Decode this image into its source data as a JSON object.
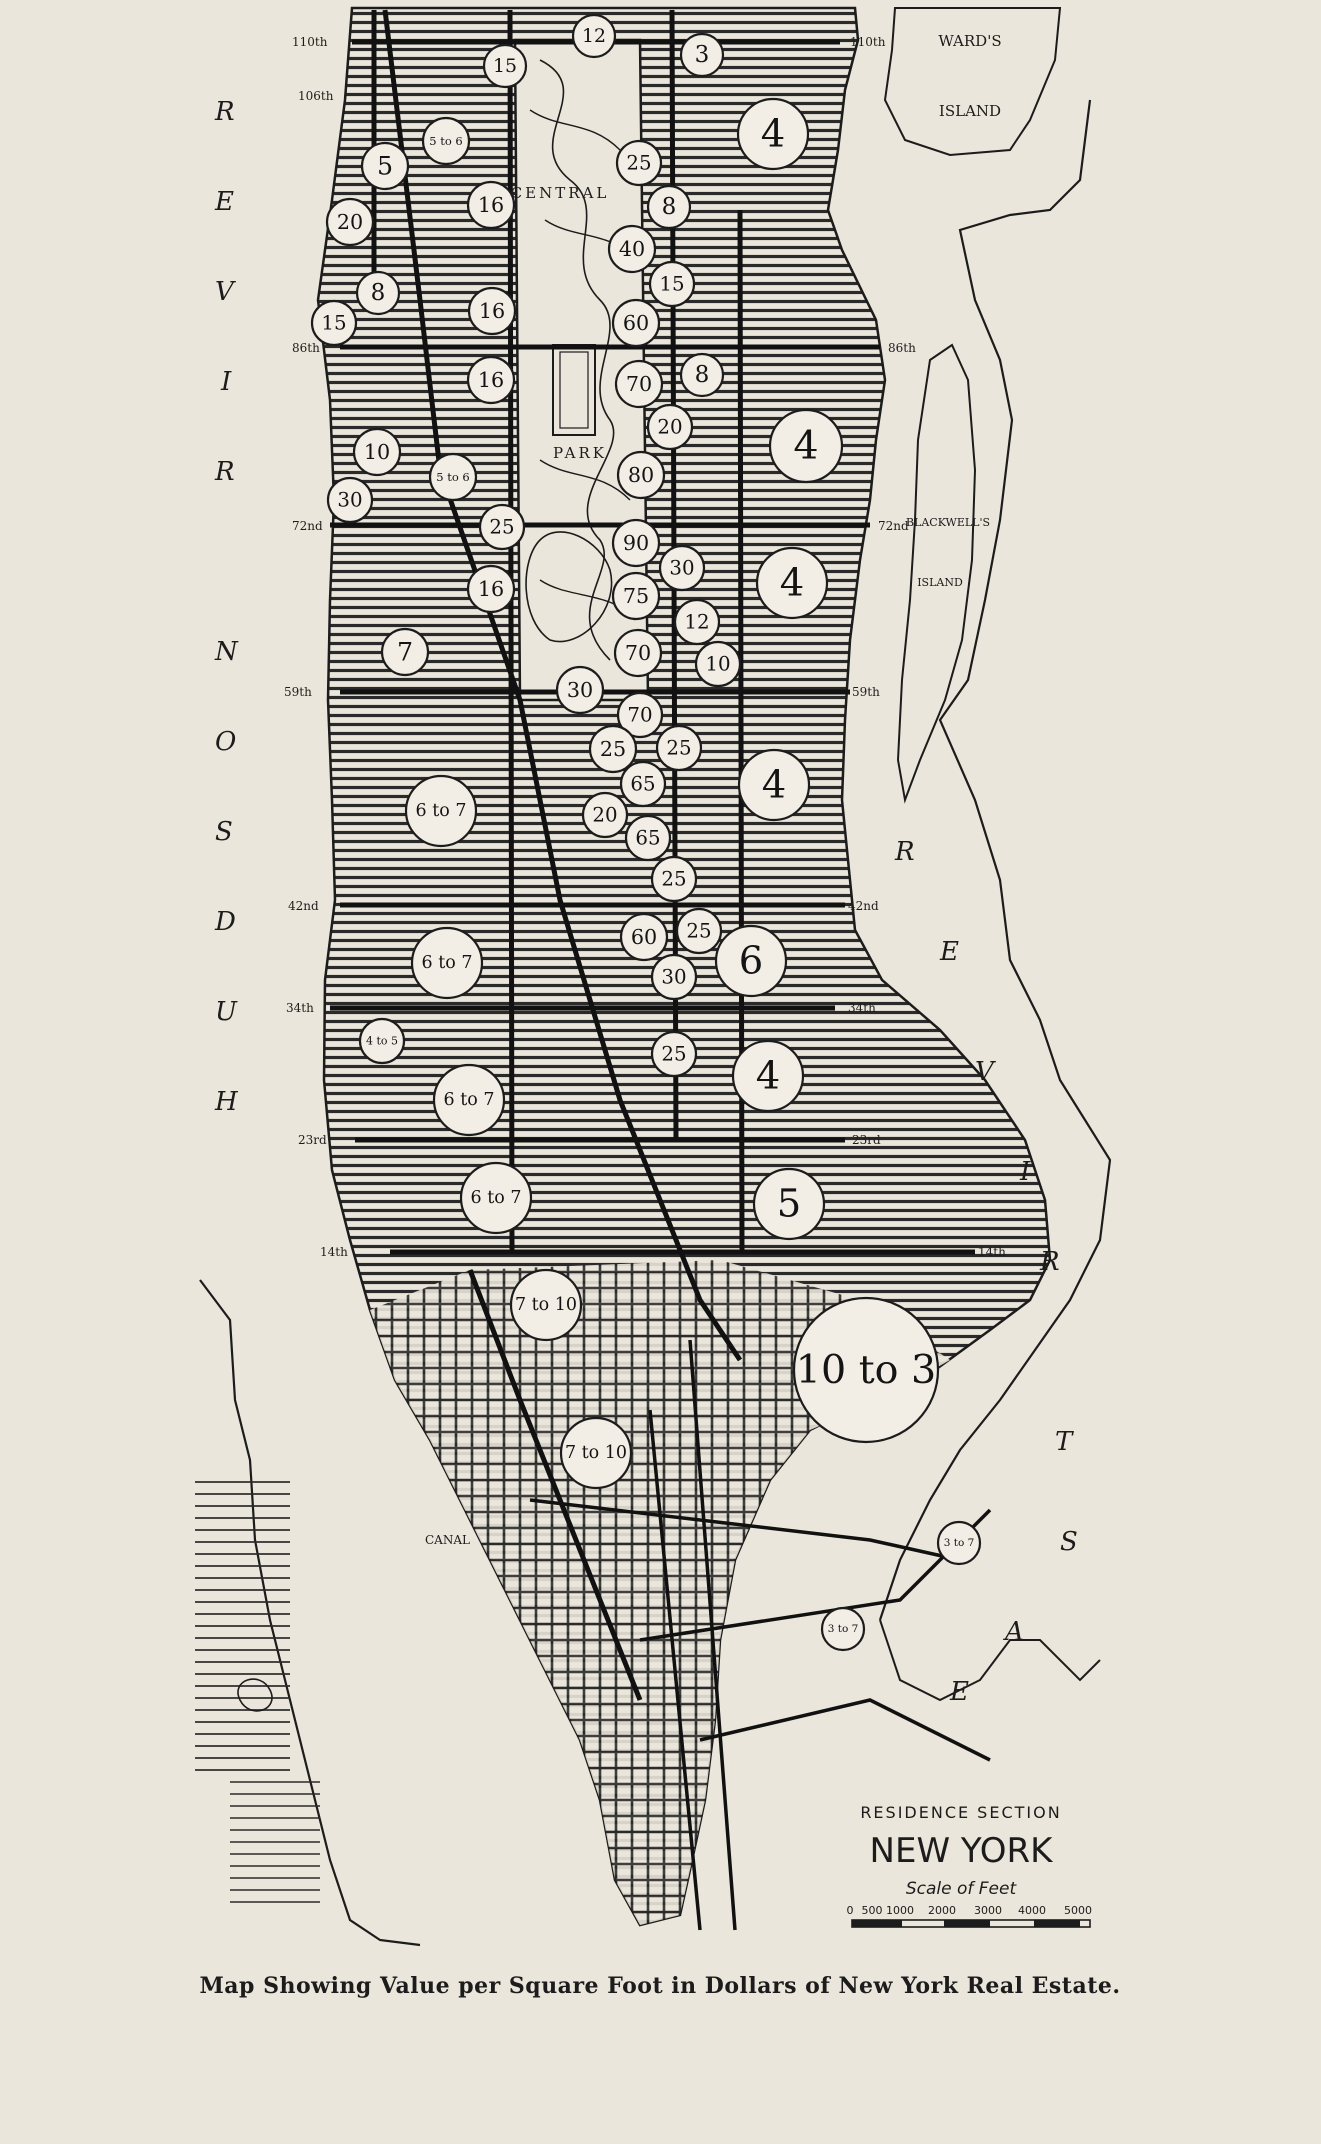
{
  "map": {
    "title_line1": "RESIDENCE SECTION",
    "title_line2": "NEW YORK",
    "scale_label": "Scale of Feet",
    "scale_ticks": [
      "0",
      "500",
      "1000",
      "2000",
      "3000",
      "4000",
      "5000"
    ],
    "river_west_letters": [
      "R",
      "E",
      "V",
      "I",
      "R",
      " ",
      "N",
      "O",
      "S",
      "D",
      "U",
      "H"
    ],
    "river_east_letters": [
      "R",
      "E",
      "V",
      "I",
      "R",
      " ",
      "T",
      "S",
      "A",
      "E"
    ],
    "islands": {
      "wards_line1": "WARD'S",
      "wards_line2": "ISLAND",
      "blackwells_line1": "BLACKWELL'S",
      "blackwells_line2": "ISLAND"
    },
    "park_labels": [
      "CENTRAL",
      "PARK"
    ],
    "street_labels": {
      "s110": "110th",
      "s106": "106th",
      "s86": "86th",
      "s72": "72nd",
      "s59": "59th",
      "s42": "42nd",
      "s34": "34th",
      "s23": "23rd",
      "s14": "14th",
      "canal": "CANAL"
    },
    "value_circles": [
      {
        "label": "12"
      },
      {
        "label": "3"
      },
      {
        "label": "15"
      },
      {
        "label": "4"
      },
      {
        "label": "5 to 6"
      },
      {
        "label": "5"
      },
      {
        "label": "25"
      },
      {
        "label": "16"
      },
      {
        "label": "8"
      },
      {
        "label": "20"
      },
      {
        "label": "40"
      },
      {
        "label": "8"
      },
      {
        "label": "15"
      },
      {
        "label": "16"
      },
      {
        "label": "60"
      },
      {
        "label": "15"
      },
      {
        "label": "16"
      },
      {
        "label": "70"
      },
      {
        "label": "8"
      },
      {
        "label": "20"
      },
      {
        "label": "4"
      },
      {
        "label": "10"
      },
      {
        "label": "5 to 6"
      },
      {
        "label": "80"
      },
      {
        "label": "30"
      },
      {
        "label": "25"
      },
      {
        "label": "90"
      },
      {
        "label": "30"
      },
      {
        "label": "16"
      },
      {
        "label": "75"
      },
      {
        "label": "4"
      },
      {
        "label": "12"
      },
      {
        "label": "7"
      },
      {
        "label": "70"
      },
      {
        "label": "10"
      },
      {
        "label": "30"
      },
      {
        "label": "70"
      },
      {
        "label": "25"
      },
      {
        "label": "25"
      },
      {
        "label": "6 to 7"
      },
      {
        "label": "65"
      },
      {
        "label": "4"
      },
      {
        "label": "20"
      },
      {
        "label": "65"
      },
      {
        "label": "25"
      },
      {
        "label": "60"
      },
      {
        "label": "25"
      },
      {
        "label": "6 to 7"
      },
      {
        "label": "6"
      },
      {
        "label": "30"
      },
      {
        "label": "4 to 5"
      },
      {
        "label": "25"
      },
      {
        "label": "6 to 7"
      },
      {
        "label": "4"
      },
      {
        "label": "6 to 7"
      },
      {
        "label": "5"
      },
      {
        "label": "7 to 10"
      },
      {
        "label": "10 to 3"
      },
      {
        "label": "7 to 10"
      },
      {
        "label": "3 to 7"
      },
      {
        "label": "3 to 7"
      }
    ]
  },
  "caption": "Map Showing Value per Square Foot in Dollars of New York Real Estate."
}
